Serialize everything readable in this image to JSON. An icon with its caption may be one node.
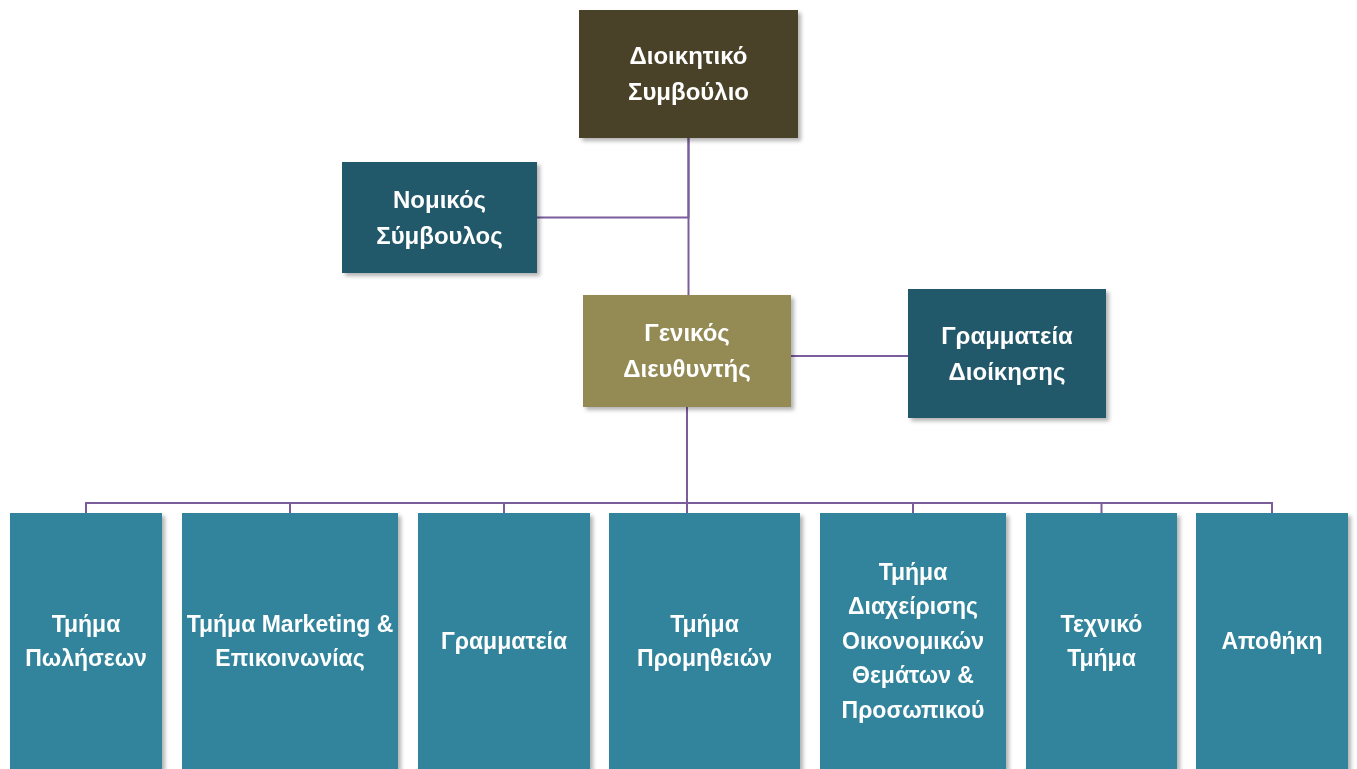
{
  "diagram": {
    "nodes": [
      {
        "text": [
          "Διοικητικό Συμβούλιο"
        ]
      },
      {
        "text": [
          "Νομικός Σύμβουλος"
        ]
      },
      {
        "text": [
          "Γενικός Διευθυντής"
        ]
      },
      {
        "text": [
          "Γραμματεία Διοίκησης"
        ]
      },
      {
        "text": [
          "Τμήμα Πωλήσεων"
        ]
      },
      {
        "text": [
          "Τμήμα Marketing & Επικοινωνίας"
        ]
      },
      {
        "text": [
          "Γραμματεία"
        ]
      },
      {
        "text": [
          "Τμήμα Προμηθειών"
        ]
      },
      {
        "text": [
          "Τμήμα Διαχείρισης Οικονομικών Θεμάτων & Προσωπικού"
        ]
      },
      {
        "text": [
          "Τεχνικό Τμήμα"
        ]
      },
      {
        "text": [
          "Αποθήκη"
        ]
      }
    ],
    "edges": [
      {
        "from": 0,
        "to": 1,
        "arrow": "none"
      },
      {
        "from": 0,
        "to": 2,
        "arrow": "none"
      },
      {
        "from": 2,
        "to": 3,
        "arrow": "none"
      },
      {
        "from": 2,
        "to": 4,
        "arrow": "none"
      },
      {
        "from": 2,
        "to": 5,
        "arrow": "none"
      },
      {
        "from": 2,
        "to": 6,
        "arrow": "none"
      },
      {
        "from": 2,
        "to": 7,
        "arrow": "none"
      },
      {
        "from": 2,
        "to": 8,
        "arrow": "none"
      },
      {
        "from": 2,
        "to": 9,
        "arrow": "none"
      },
      {
        "from": 2,
        "to": 10,
        "arrow": "none"
      }
    ]
  }
}
